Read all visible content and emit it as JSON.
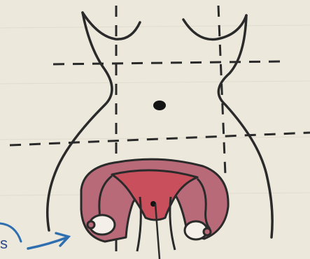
{
  "labels": {
    "edge_fragment": "s"
  },
  "colors": {
    "paper": "#ece8dc",
    "outline": "#2a2a2a",
    "uterus_fill": "#b86a78",
    "uterus_inner": "#c94f5c",
    "ovary_fill": "#f4efe9",
    "arrow": "#2f6fb0",
    "faded_ink": "#b9b3b8"
  },
  "icons": {
    "navel": "navel-dot",
    "arrow": "pointer-arrow"
  }
}
